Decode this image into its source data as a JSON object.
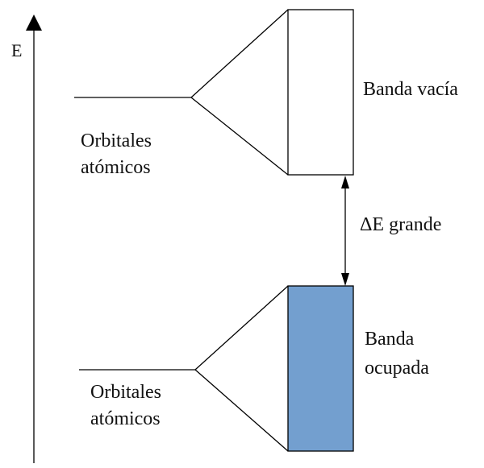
{
  "axis": {
    "label": "E"
  },
  "upper": {
    "orbital_label_line1": "Orbitales",
    "orbital_label_line2": "atómicos",
    "band_label": "Banda vacía",
    "band_fill": "#ffffff"
  },
  "gap": {
    "label": "ΔE grande"
  },
  "lower": {
    "orbital_label_line1": "Orbitales",
    "orbital_label_line2": "atómicos",
    "band_label_line1": "Banda",
    "band_label_line2": "ocupada",
    "band_fill": "#739fcf"
  },
  "colors": {
    "line": "#000000"
  }
}
